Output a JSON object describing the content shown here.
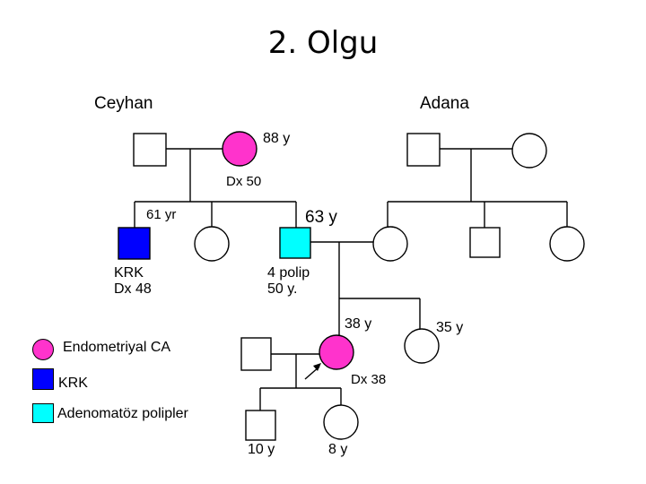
{
  "title": "2. Olgu",
  "side_labels": {
    "left": "Ceyhan",
    "right": "Adana"
  },
  "colors": {
    "endometrial": "#FF33CC",
    "crc": "#0000FF",
    "polyps": "#00FFFF",
    "unaffected": "#FFFFFF",
    "line": "#000000"
  },
  "annotations": {
    "grandmother_age": "88 y",
    "grandmother_dx": "Dx 50",
    "uncle_age": "61 yr",
    "uncle_dx": "KRK\nDx 48",
    "mother_age": "63 y",
    "mother_dx": "4 polip\n50 y.",
    "proband_age": "38 y",
    "proband_dx": "Dx 38",
    "sister_age": "35 y",
    "son_age": "10 y",
    "daughter_age": "8 y"
  },
  "legend": [
    {
      "label": "Endometriyal CA",
      "shape": "circle",
      "color": "#FF33CC"
    },
    {
      "label": "KRK",
      "shape": "square",
      "color": "#0000FF"
    },
    {
      "label": "Adenomatöz polipler",
      "shape": "square",
      "color": "#00FFFF"
    }
  ]
}
